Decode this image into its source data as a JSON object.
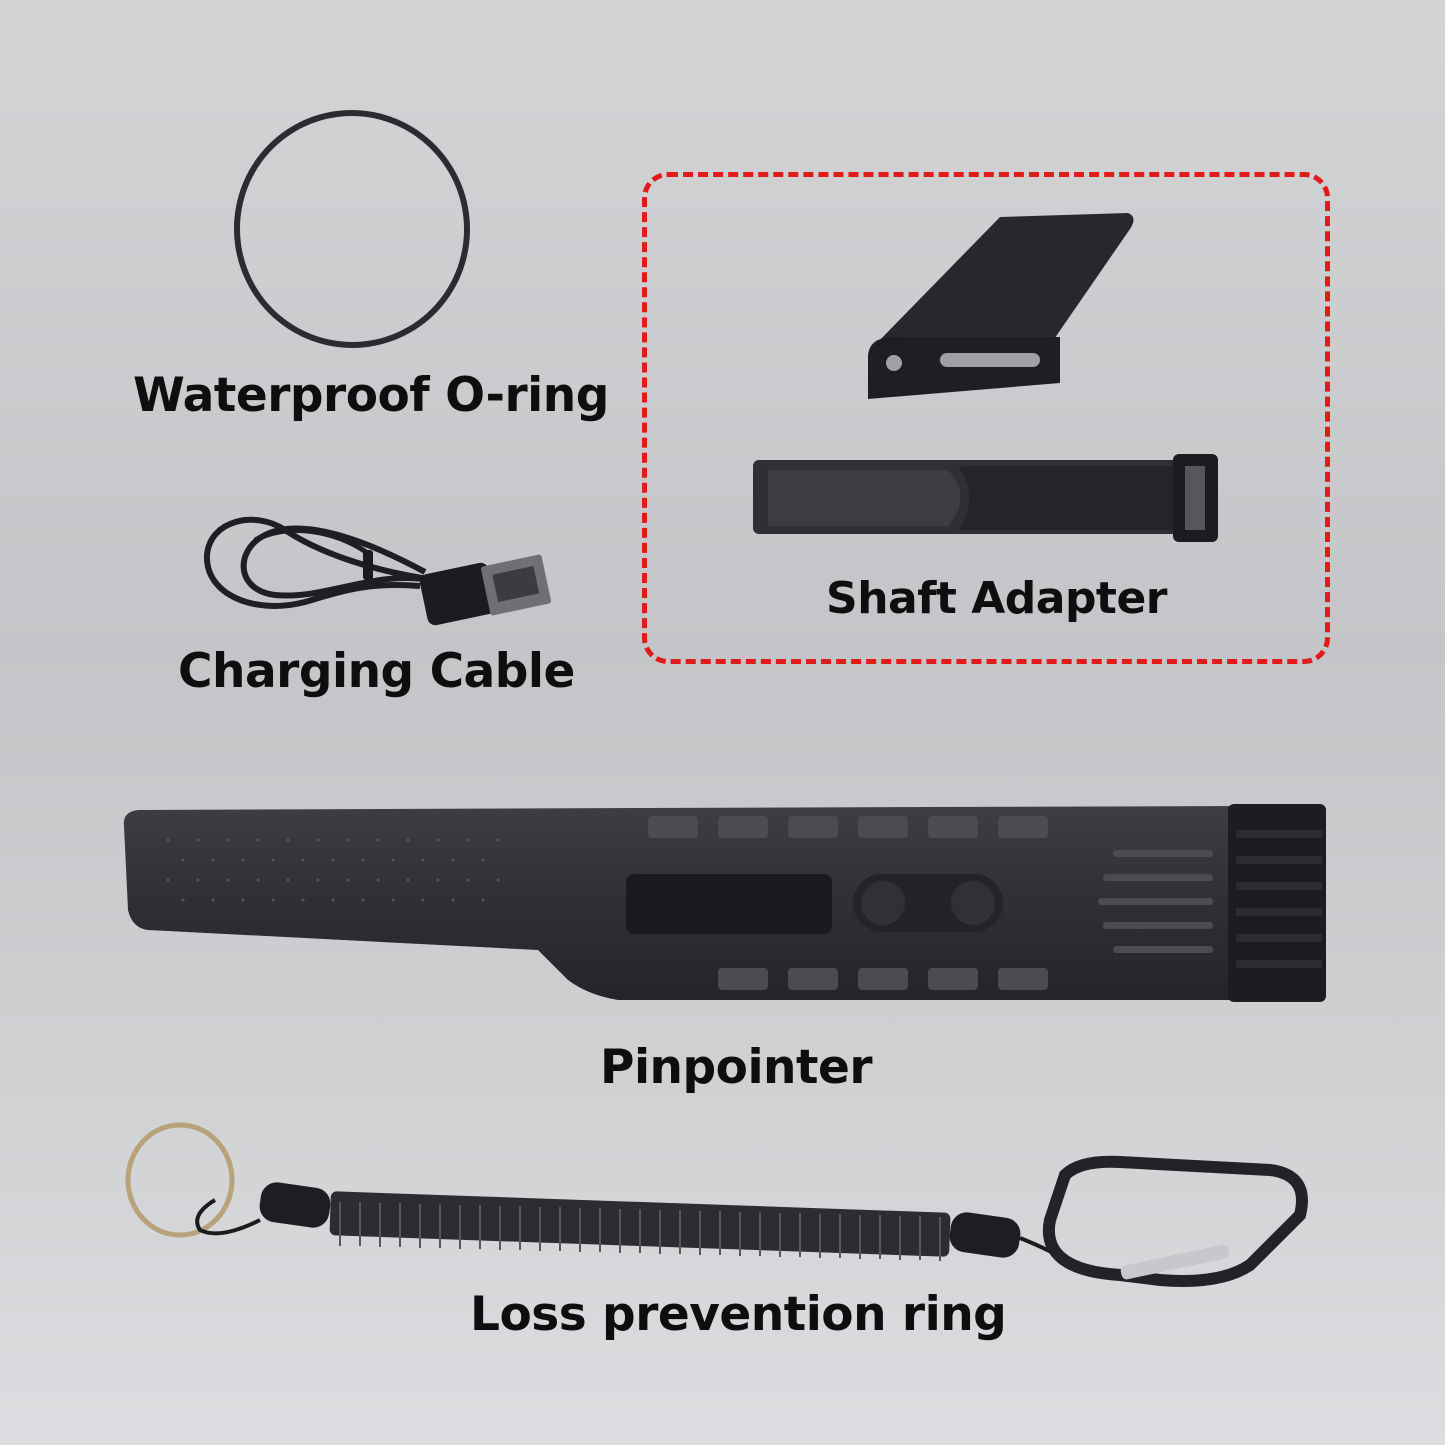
{
  "items": {
    "o_ring": {
      "label": "Waterproof O-ring",
      "icon": "o-ring-icon"
    },
    "charging_cable": {
      "label": "Charging Cable",
      "icon": "usb-cable-icon"
    },
    "shaft_adapter": {
      "label": "Shaft Adapter",
      "icon": "shaft-adapter-icon",
      "highlighted": true
    },
    "pinpointer": {
      "label": "Pinpointer",
      "icon": "pinpointer-icon"
    },
    "loss_prevention_ring": {
      "label": "Loss prevention ring",
      "icon": "coil-lanyard-icon"
    }
  },
  "colors": {
    "highlight_border": "#e21a1a",
    "product_dark": "#2b2d30",
    "background": "#c9cacc"
  }
}
